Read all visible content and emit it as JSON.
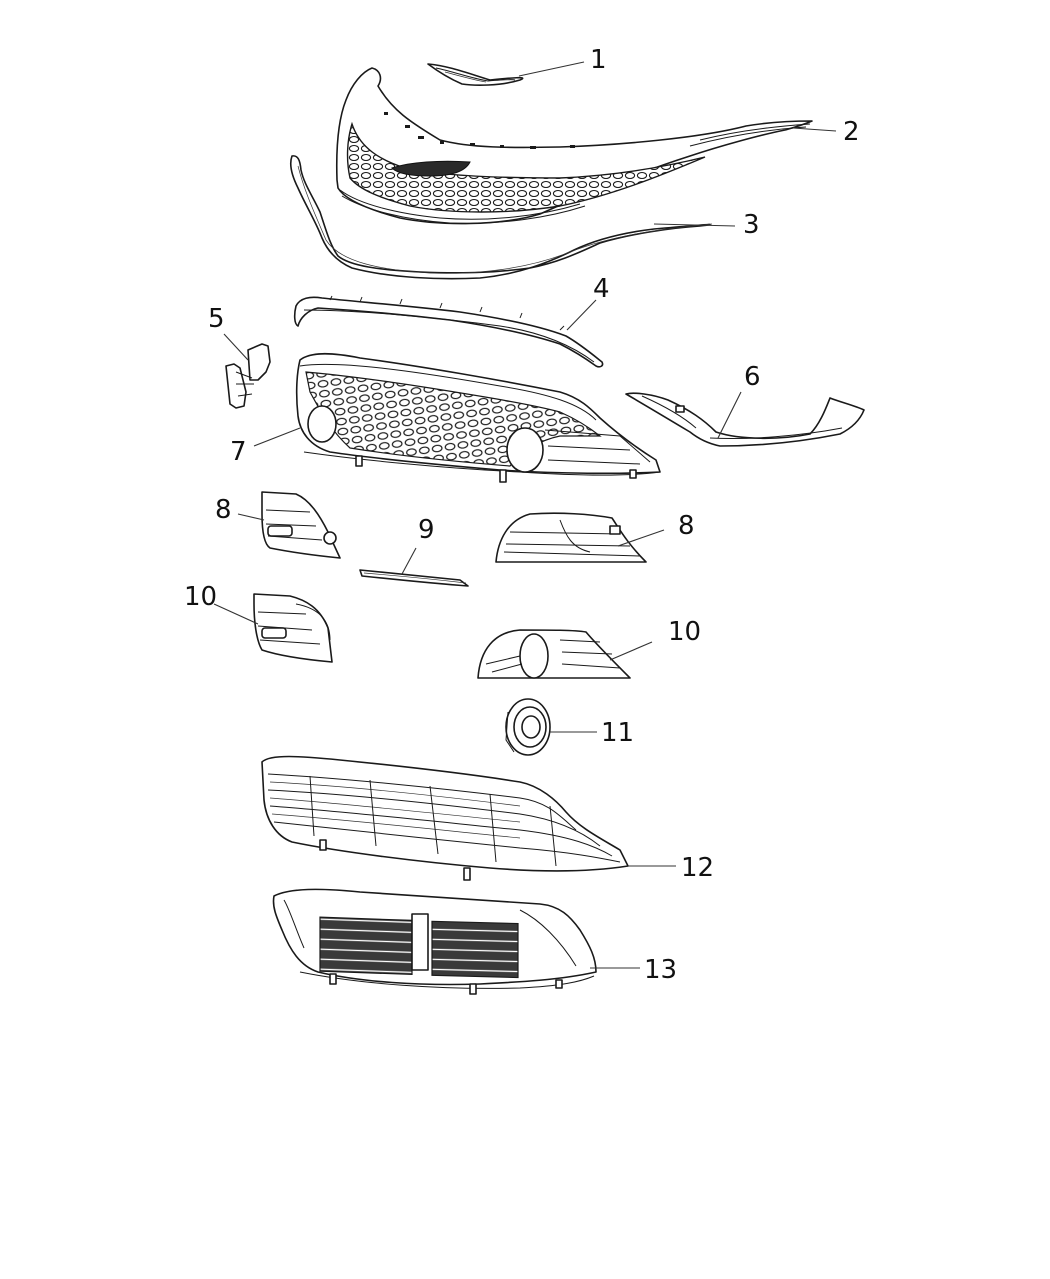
{
  "diagram": {
    "type": "exploded-parts-diagram",
    "subject": "Front fascia grille assembly",
    "callouts": [
      {
        "id": "1",
        "label": "1",
        "part": "emblem"
      },
      {
        "id": "2",
        "label": "2",
        "part": "upper grille with surround"
      },
      {
        "id": "3",
        "label": "3",
        "part": "lower chrome molding strip"
      },
      {
        "id": "4",
        "label": "4",
        "part": "lower grille upper bezel molding"
      },
      {
        "id": "5",
        "label": "5",
        "part": "side bracket"
      },
      {
        "id": "6",
        "label": "6",
        "part": "lower fascia molding"
      },
      {
        "id": "7",
        "label": "7",
        "part": "lower mesh grille"
      },
      {
        "id": "8a",
        "label": "8",
        "part": "fog lamp bezel (left)"
      },
      {
        "id": "8b",
        "label": "8",
        "part": "fog lamp bezel (right)"
      },
      {
        "id": "9",
        "label": "9",
        "part": "center trim strip"
      },
      {
        "id": "10a",
        "label": "10",
        "part": "fog lamp bezel with lamp opening (left)"
      },
      {
        "id": "10b",
        "label": "10",
        "part": "fog lamp bezel with lamp opening (right)"
      },
      {
        "id": "11",
        "label": "11",
        "part": "fog lamp"
      },
      {
        "id": "12",
        "label": "12",
        "part": "lower grille slats"
      },
      {
        "id": "13",
        "label": "13",
        "part": "active grille shutter"
      }
    ]
  }
}
